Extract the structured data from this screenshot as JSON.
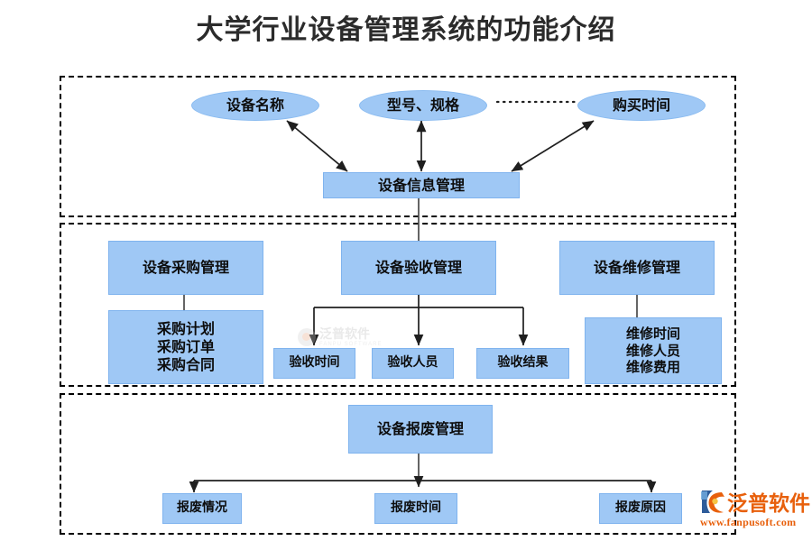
{
  "title": "大学行业设备管理系统的功能介绍",
  "sections": [
    {
      "name": "equipment-info-section"
    },
    {
      "name": "equipment-process-section"
    },
    {
      "name": "equipment-scrap-section"
    }
  ],
  "nodes": {
    "attr_name": "设备名称",
    "attr_model": "型号、规格",
    "attr_purchase_time": "购买时间",
    "info_mgmt": "设备信息管理",
    "purchase_mgmt": "设备采购管理",
    "purchase_items": "采购计划\n采购订单\n采购合同",
    "acceptance_mgmt": "设备验收管理",
    "acceptance_time": "验收时间",
    "acceptance_person": "验收人员",
    "acceptance_result": "验收结果",
    "repair_mgmt": "设备维修管理",
    "repair_items": "维修时间\n维修人员\n维修费用",
    "scrap_mgmt": "设备报废管理",
    "scrap_status": "报废情况",
    "scrap_time": "报废时间",
    "scrap_reason": "报废原因"
  },
  "watermark": {
    "center_text": "泛普软件",
    "center_sub": "FANPU SOFTWARE"
  },
  "brand": {
    "name": "泛普软件",
    "url": "www.fanpusoft.com"
  },
  "colors": {
    "node_fill": "#9FC8F5",
    "node_border": "#7FB3EE",
    "connector": "#3a3a3a",
    "section_border": "#000000",
    "title": "#2b2b2b",
    "brand": "#E8600C"
  }
}
